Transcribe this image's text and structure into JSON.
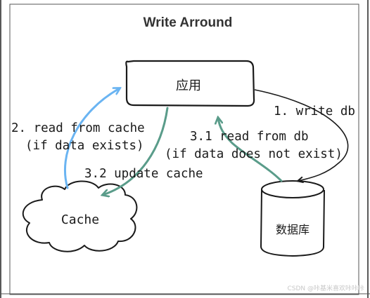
{
  "diagram": {
    "title": "Write Arround",
    "nodes": {
      "app": "应用",
      "cache": "Cache",
      "db": "数据库"
    },
    "edges": {
      "write_db": "1. write db",
      "read_cache_line1": "2. read from cache",
      "read_cache_line2": "(if data exists)",
      "read_db_line1": "3.1 read from db",
      "read_db_line2": "(if data does not exist)",
      "update_cache": "3.2 update cache"
    },
    "colors": {
      "read_cache_arrow": "#6ab4f2",
      "read_db_arrow": "#5a9c8a",
      "update_cache_arrow": "#5a9c8a",
      "write_arrow": "#1a1a1a"
    }
  },
  "watermark": "CSDN @咔基米喜欢咔咔咔"
}
